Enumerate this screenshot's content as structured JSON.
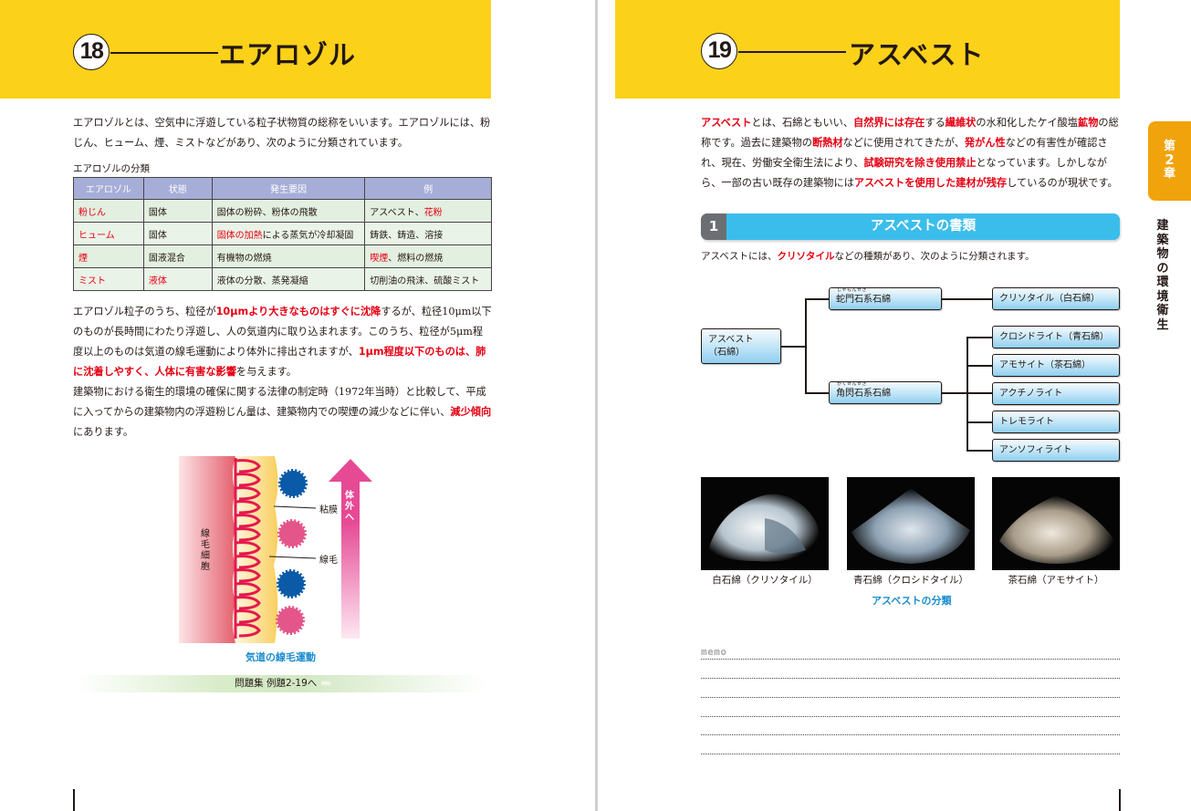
{
  "left_page": {
    "section_number": "18",
    "title": "エアロゾル",
    "intro": "エアロゾルとは、空気中に浮遊している粒子状物質の総称をいいます。エアロゾルには、粉じん、ヒューム、煙、ミストなどがあり、次のように分類されています。",
    "table": {
      "caption": "エアロゾルの分類",
      "headers": [
        "エアロゾル",
        "状態",
        "発生要因",
        "例"
      ],
      "rows": [
        {
          "aerosol": "粉じん",
          "state": "固体",
          "cause": "固体の粉砕、粉体の飛散",
          "cause_highlight": "",
          "example": "アスベスト、",
          "example_highlight": "花粉",
          "example_rest": ""
        },
        {
          "aerosol": "ヒューム",
          "state": "固体",
          "cause": "による蒸気が冷却凝固",
          "cause_highlight": "固体の加熱",
          "example": "鋳鉄、鋳造、溶接",
          "example_highlight": "",
          "example_rest": ""
        },
        {
          "aerosol": "煙",
          "state": "固液混合",
          "cause": "有機物の燃焼",
          "cause_highlight": "",
          "example": "",
          "example_highlight": "喫煙",
          "example_rest": "、燃料の燃焼"
        },
        {
          "aerosol": "ミスト",
          "state": "液体",
          "cause": "液体の分散、蒸発凝縮",
          "cause_highlight": "",
          "example": "切削油の飛沫、硫酸ミスト",
          "example_highlight": "",
          "example_rest": ""
        }
      ]
    },
    "para2": {
      "t1": "エアロゾル粒子のうち、粒径が",
      "h1": "10μmより大きなものはすぐに沈降",
      "t2": "するが、粒径10μm以下のものが長時間にわたり浮遊し、人の気道内に取り込まれます。このうち、粒径が5μm程度以上のものは気道の線毛運動により体外に排出されますが、",
      "h2": "1μm程度以下のものは、肺に沈着しやすく、人体に有害な影響",
      "t3": "を与えます。"
    },
    "para3": {
      "t1": "建築物における衛生的環境の確保に関する法律の制定時（1972年当時）と比較して、平成に入ってからの建築物内の浮遊粉じん量は、建築物内での喫煙の減少などに伴い、",
      "h1": "減少傾向",
      "t2": "にあります。"
    },
    "diagram": {
      "cell_label": "線毛細胞",
      "mucus_label": "粘膜",
      "cilia_label": "線毛",
      "arrow_label": "体外へ",
      "caption": "気道の線毛運動",
      "colors": {
        "cell": "#e4606e",
        "cilia": "#e5194d",
        "mucus": "#fbd56b",
        "particle_blue": "#0a5aa8",
        "particle_pink": "#e4568a",
        "arrow": "#e64a95"
      }
    },
    "exercise_link": {
      "label": "問題集 例題2-19へ",
      "chevrons": "»»"
    }
  },
  "right_page": {
    "section_number": "19",
    "title": "アスベスト",
    "chapter_tab": {
      "line1": "第",
      "line2": "2",
      "line3": "章"
    },
    "chapter_title": "建築物の環境衛生",
    "intro": {
      "h1": "アスベスト",
      "t1": "とは、石綿ともいい、",
      "h2": "自然界には存在",
      "t2": "する",
      "h3": "繊維状",
      "t3": "の水和化したケイ酸塩",
      "h4": "鉱物",
      "t4": "の総称です。過去に建築物の",
      "h5": "断熱材",
      "t5": "などに使用されてきたが、",
      "h6": "発がん性",
      "t6": "などの有害性が確認され、現在、労働安全衛生法により、",
      "h7": "試験研究を除き使用禁止",
      "t7": "となっています。しかしながら、一部の古い既存の建築物には",
      "h8": "アスベストを使用した建材が残存",
      "t8": "しているのが現状です。"
    },
    "section": {
      "number": "1",
      "title": "アスベストの書類"
    },
    "section_intro": {
      "t1": "アスベストには、",
      "h1": "クリソタイル",
      "t2": "などの種類があり、次のように分類されます。"
    },
    "tree": {
      "root": {
        "line1": "アスベスト",
        "line2": "（石綿）"
      },
      "serpentine": {
        "label": "蛇門石系石綿",
        "ruby": "じゃもんせき"
      },
      "amphibole": {
        "label": "角閃石系石綿",
        "ruby": "かくせんせき"
      },
      "serpentine_children": [
        "クリソタイル（白石綿）"
      ],
      "amphibole_children": [
        "クロシドライト（青石綿）",
        "アモサイト（茶石綿）",
        "アクチノライト",
        "トレモライト",
        "アンソフィライト"
      ]
    },
    "photos": [
      {
        "label": "白石綿（クリソタイル）",
        "tone": "#e9eef2"
      },
      {
        "label": "青石綿（クロシドタイル）",
        "tone": "#b7c6d3"
      },
      {
        "label": "茶石綿（アモサイト）",
        "tone": "#d8cfc0"
      }
    ],
    "photos_caption": "アスベストの分類",
    "memo_label": "memo"
  },
  "colors": {
    "header_yellow": "#fcd11a",
    "highlight_red": "#e60012",
    "section_blue": "#3bbdec",
    "chapter_orange": "#f0a30a",
    "caption_blue": "#1a8ccd"
  }
}
